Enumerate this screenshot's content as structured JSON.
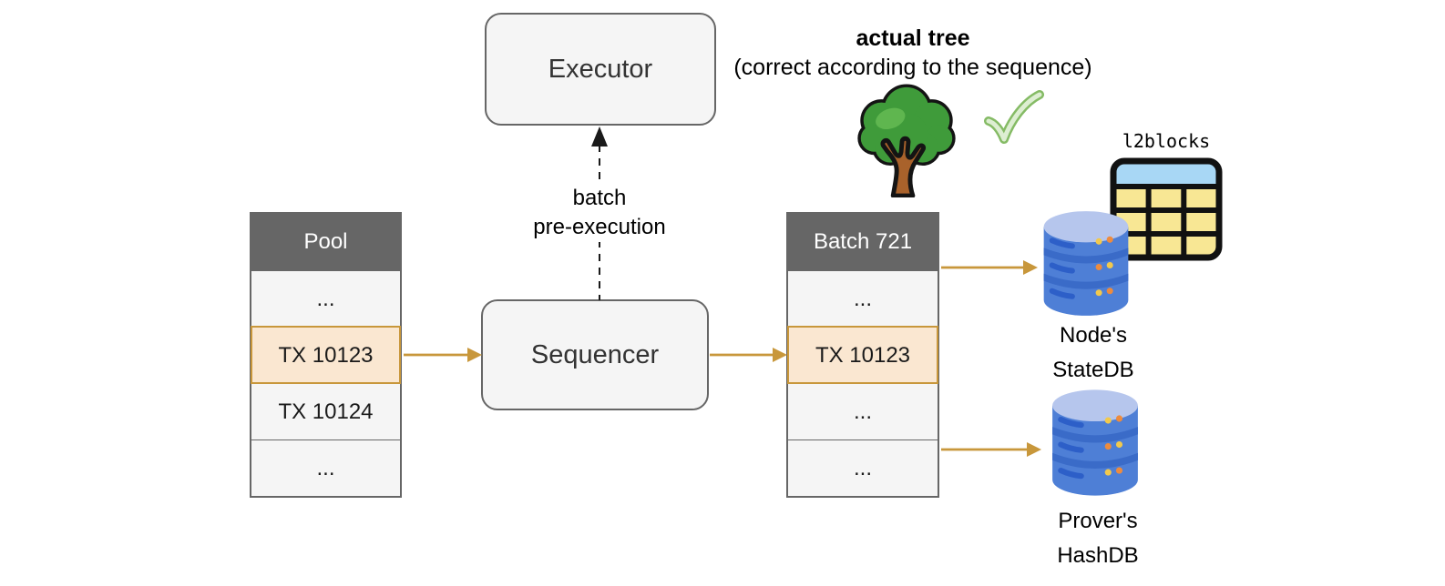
{
  "executor_box": {
    "label": "Executor"
  },
  "sequencer_box": {
    "label": "Sequencer"
  },
  "pre_execution": {
    "line1": "batch",
    "line2": "pre-execution"
  },
  "pool_table": {
    "header": "Pool",
    "rows": [
      {
        "text": "...",
        "highlighted": false
      },
      {
        "text": "TX 10123",
        "highlighted": true
      },
      {
        "text": "TX 10124",
        "highlighted": false
      },
      {
        "text": "...",
        "highlighted": false
      }
    ]
  },
  "batch_table": {
    "header": "Batch 721",
    "rows": [
      {
        "text": "...",
        "highlighted": false
      },
      {
        "text": "TX 10123",
        "highlighted": true
      },
      {
        "text": "...",
        "highlighted": false
      },
      {
        "text": "...",
        "highlighted": false
      }
    ]
  },
  "tree_note": {
    "title": "actual tree",
    "subtitle": "(correct according to the sequence)"
  },
  "l2blocks": {
    "label": "l2blocks"
  },
  "statedb": {
    "line1": "Node's",
    "line2": "StateDB"
  },
  "hashdb": {
    "line1": "Prover's",
    "line2": "HashDB"
  },
  "icons": {
    "tree": "tree-icon",
    "checkmark": "checkmark-icon",
    "l2blocks_table": "table-grid-icon",
    "statedb": "database-cylinder-icon",
    "hashdb": "database-cylinder-icon"
  },
  "colors": {
    "arrow_gold": "#C8973B",
    "highlight_bg": "#FAE7D1",
    "highlight_border": "#C8973B",
    "table_header_bg": "#666666",
    "table_header_text": "#FFFFFF",
    "table_row_bg": "#F5F5F5",
    "table_border": "#666666",
    "box_bg": "#F5F5F5",
    "box_border": "#666666",
    "box_text": "#333333",
    "tree_green": "#3F9B3A",
    "tree_trunk": "#A9622B",
    "check_green": "#85BB65",
    "db_body_blue": "#4E7FD6",
    "db_top_blue": "#B6C6ED",
    "l2blocks_header_blue": "#A8D7F5",
    "l2blocks_cell_yellow": "#F8E794"
  }
}
